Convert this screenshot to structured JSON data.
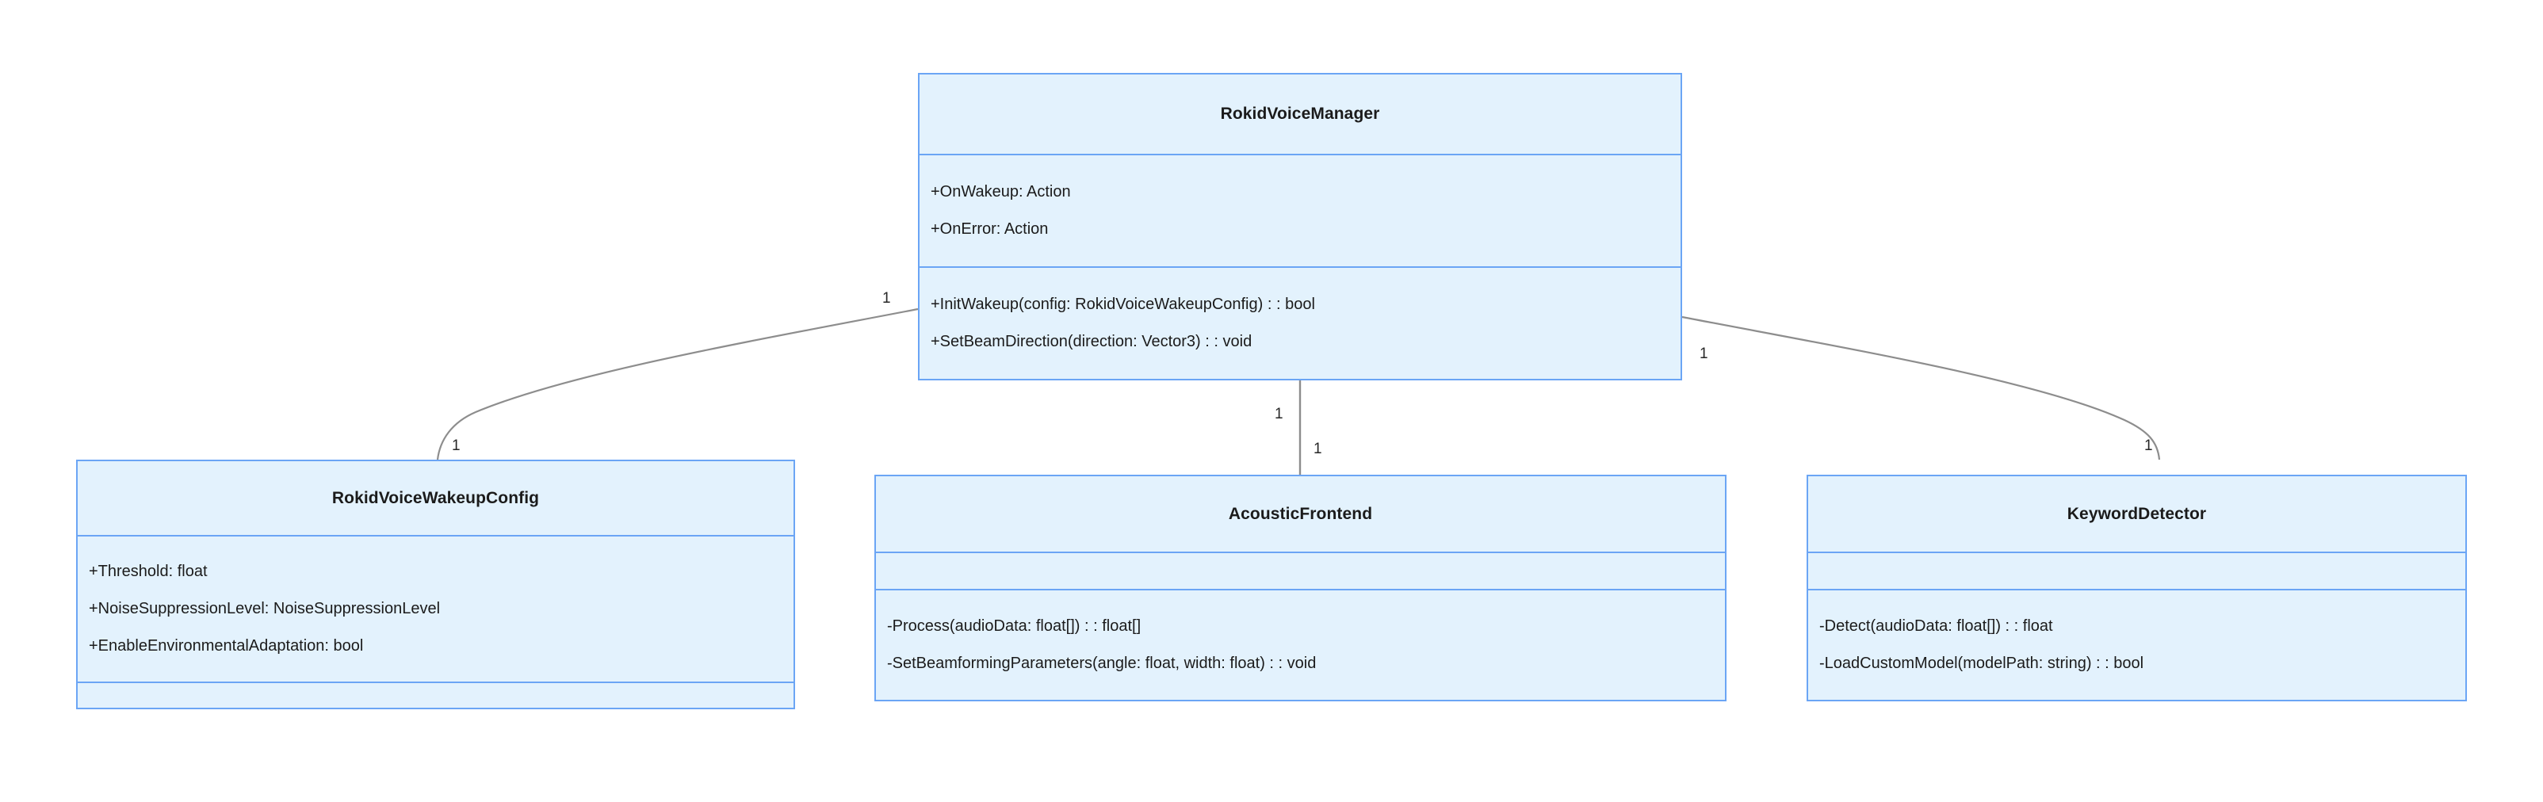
{
  "diagram": {
    "kind": "uml-class-diagram",
    "colors": {
      "background": "#ffffff",
      "class_fill": "#e3f2fd",
      "class_border": "#6ba5f5",
      "edge_stroke": "#888888",
      "text": "#1b1b1b"
    },
    "classes": [
      {
        "id": "rokid-voice-manager",
        "name": "RokidVoiceManager",
        "attributes": [
          "+OnWakeup: Action",
          "+OnError: Action"
        ],
        "methods": [
          "+InitWakeup(config: RokidVoiceWakeupConfig) : : bool",
          "+SetBeamDirection(direction: Vector3) : : void"
        ]
      },
      {
        "id": "rokid-voice-wakeup-config",
        "name": "RokidVoiceWakeupConfig",
        "attributes": [
          "+Threshold: float",
          "+NoiseSuppressionLevel: NoiseSuppressionLevel",
          "+EnableEnvironmentalAdaptation: bool"
        ],
        "methods": []
      },
      {
        "id": "acoustic-frontend",
        "name": "AcousticFrontend",
        "attributes": [],
        "methods": [
          "-Process(audioData: float[]) : : float[]",
          "-SetBeamformingParameters(angle: float, width: float) : : void"
        ]
      },
      {
        "id": "keyword-detector",
        "name": "KeywordDetector",
        "attributes": [],
        "methods": [
          "-Detect(audioData: float[]) : : float",
          "-LoadCustomModel(modelPath: string) : : bool"
        ]
      }
    ],
    "relations": [
      {
        "id": "manager-to-wakeup-config",
        "from": "rokid-voice-manager",
        "to": "rokid-voice-wakeup-config",
        "source_multiplicity": "1",
        "target_multiplicity": "1"
      },
      {
        "id": "manager-to-acoustic-frontend",
        "from": "rokid-voice-manager",
        "to": "acoustic-frontend",
        "source_multiplicity": "1",
        "target_multiplicity": "1"
      },
      {
        "id": "manager-to-keyword-detector",
        "from": "rokid-voice-manager",
        "to": "keyword-detector",
        "source_multiplicity": "1",
        "target_multiplicity": "1"
      }
    ]
  }
}
